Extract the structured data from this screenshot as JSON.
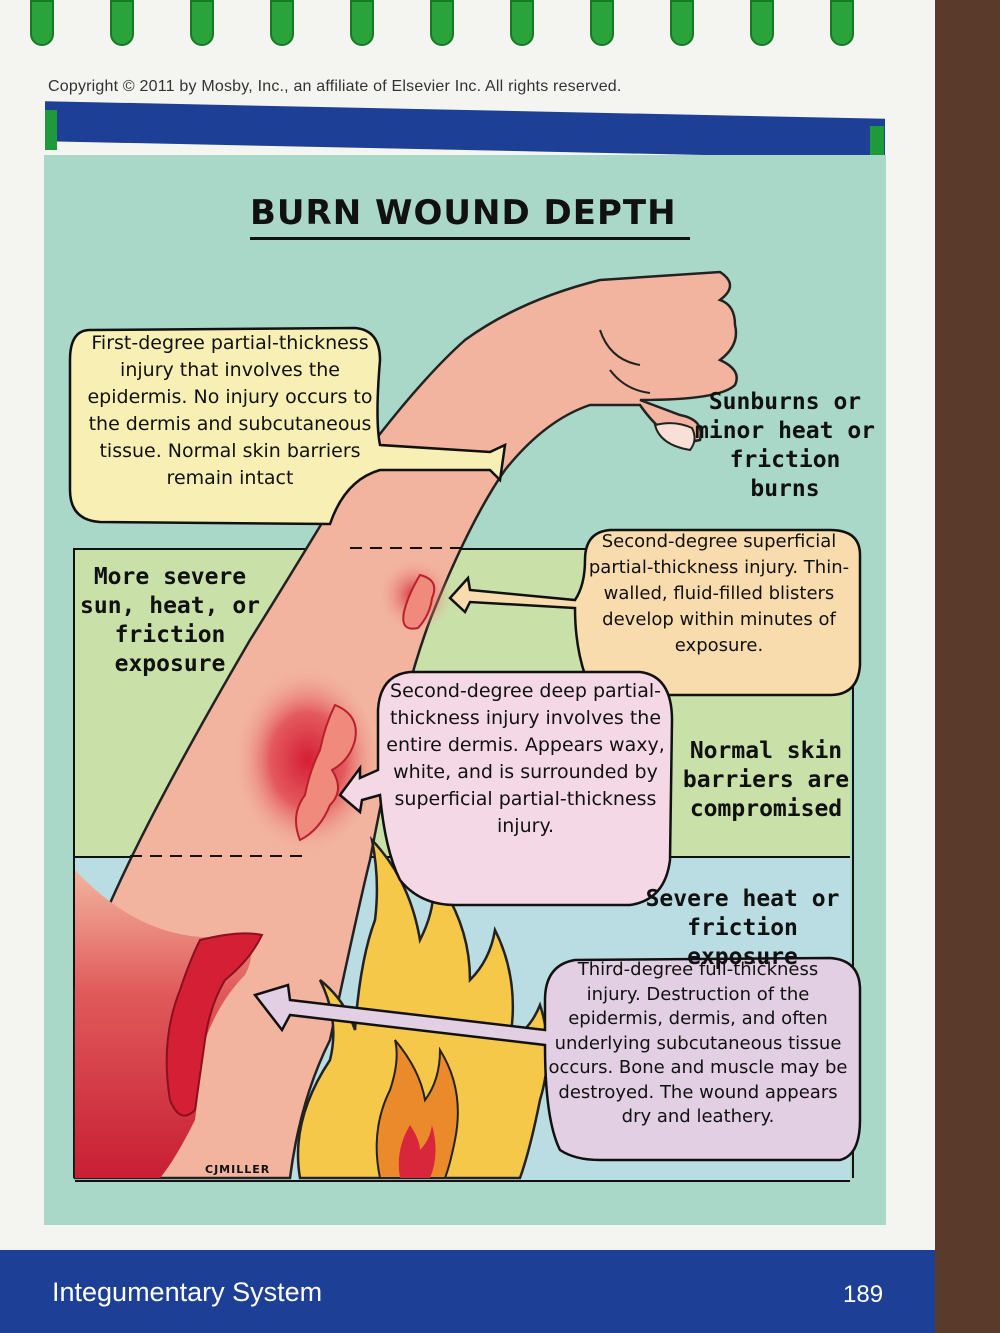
{
  "header": {
    "copyright": "Copyright © 2011 by Mosby, Inc., an affiliate of Elsevier Inc. All rights reserved."
  },
  "diagram": {
    "title": "BURN WOUND DEPTH",
    "bubbles": {
      "first_degree": "First-degree partial-thickness injury that involves the epidermis. No injury occurs to the dermis and subcutaneous tissue. Normal skin barriers remain intact",
      "second_superficial": "Second-degree superficial partial-thickness injury. Thin-walled, fluid-filled blisters develop within minutes of exposure.",
      "second_deep": "Second-degree deep partial-thickness injury involves the entire dermis. Appears waxy, white, and is surrounded by superficial partial-thickness injury.",
      "third_degree": "Third-degree full-thickness injury. Destruction of the epidermis, dermis, and often underlying subcutaneous tissue occurs. Bone and muscle may be destroyed. The wound appears dry and leathery."
    },
    "labels": {
      "sunburns": "Sunburns or minor heat or friction burns",
      "more_severe": "More severe sun, heat, or friction exposure",
      "compromised": "Normal skin barriers are compromised",
      "severe": "Severe heat or friction exposure"
    },
    "signature": "CJMILLER"
  },
  "footer": {
    "section": "Integumentary System",
    "page_number": "189"
  },
  "colors": {
    "band_top": "#a9d8c8",
    "band_middle": "#c9e0a8",
    "band_bottom": "#b9dde2",
    "bar_blue": "#1d3f95",
    "ring_green": "#2aa33a",
    "skin": "#f2b49e",
    "burn_red": "#d8263a",
    "bubble_yellow": "#f7efb4",
    "bubble_orange": "#f8dcae",
    "bubble_pink": "#f4d8e6",
    "bubble_lilac": "#e2cfe4",
    "flame_yellow": "#f6c84a",
    "flame_orange": "#ea8a2a"
  }
}
